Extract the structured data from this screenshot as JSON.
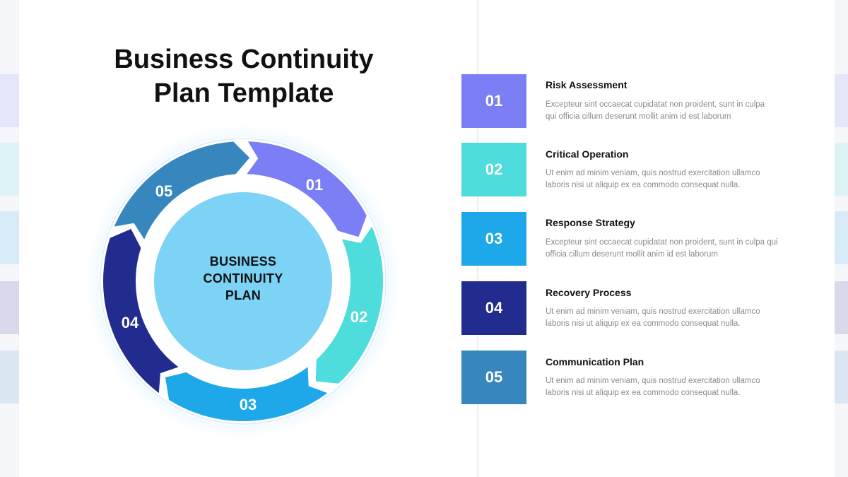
{
  "title": {
    "line1": "Business Continuity",
    "line2": "Plan Template"
  },
  "center": {
    "line1": "BUSINESS",
    "line2": "CONTINUITY",
    "line3": "PLAN"
  },
  "steps": [
    {
      "number": "01",
      "title": "Risk Assessment",
      "desc_line1": "Excepteur sint occaecat cupidatat non proident, sunt in culpa",
      "desc_line2": "qui officia cillum deserunt mollit anim id est laborum",
      "color": "#7B7EF5"
    },
    {
      "number": "02",
      "title": "Critical Operation",
      "desc_line1": "Ut enim ad minim veniam, quis nostrud exercitation ullamco",
      "desc_line2": "laboris nisi ut aliquip ex ea commodo consequat nulla.",
      "color": "#4FDCDD"
    },
    {
      "number": "03",
      "title": "Response Strategy",
      "desc_line1": "Excepteur sint occaecat cupidatat non proident, sunt in culpa qui",
      "desc_line2": "officia cillum deserunt mollit anim id est laborum",
      "color": "#1EA8EA"
    },
    {
      "number": "04",
      "title": "Recovery Process",
      "desc_line1": "Ut enim ad minim veniam, quis nostrud exercitation ullamco",
      "desc_line2": "laboris nisi ut aliquip ex ea commodo consequat nulla.",
      "color": "#212C8E"
    },
    {
      "number": "05",
      "title": "Communication Plan",
      "desc_line1": "Ut enim ad minim veniam, quis nostrud exercitation ullamco",
      "desc_line2": "laboris nisi ut aliquip ex ea commodo consequat nulla.",
      "color": "#3786BD"
    }
  ],
  "colors": {
    "center_fill": "#7DD3F5",
    "glow": "#D9F1FD",
    "ring": "#F2F8FD"
  }
}
